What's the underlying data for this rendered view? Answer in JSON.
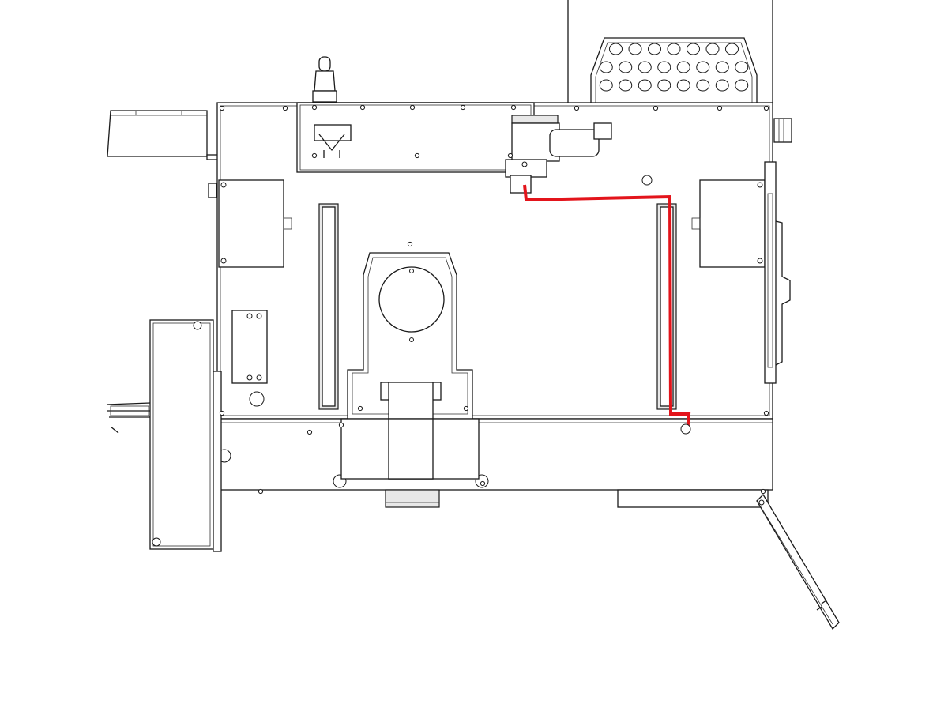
{
  "diagram": {
    "type": "technical-line-drawing",
    "subject": "",
    "line_color": "#1a1a1a",
    "background_color": "#ffffff",
    "highlight": {
      "name": "wire-route",
      "color": "#e3141b"
    },
    "vent_rows": [
      7,
      8,
      8
    ],
    "labels": []
  }
}
